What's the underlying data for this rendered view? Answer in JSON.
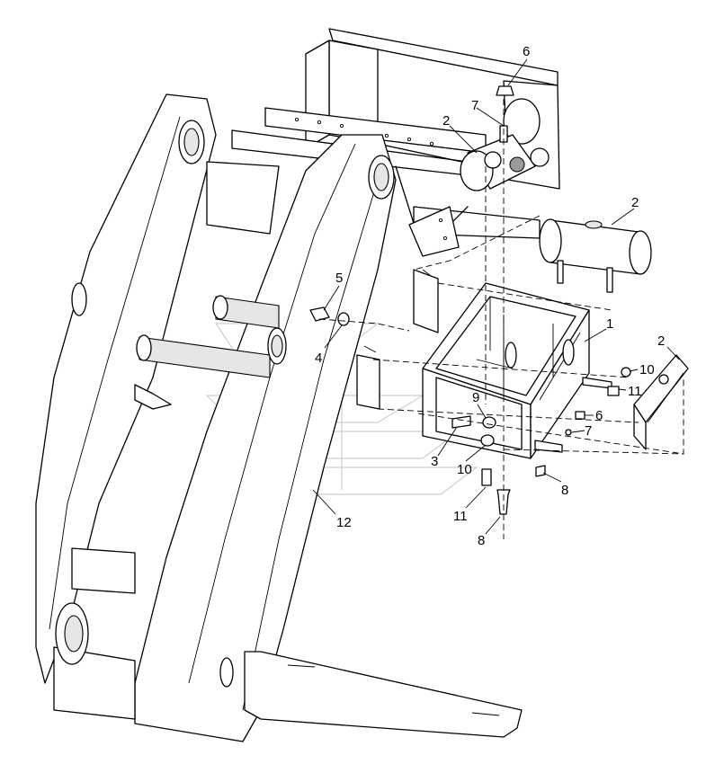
{
  "callouts": [
    {
      "id": "c6a",
      "label": "6"
    },
    {
      "id": "c7a",
      "label": "7"
    },
    {
      "id": "c2a",
      "label": "2"
    },
    {
      "id": "c2b",
      "label": "2"
    },
    {
      "id": "c5",
      "label": "5"
    },
    {
      "id": "c4",
      "label": "4"
    },
    {
      "id": "c1",
      "label": "1"
    },
    {
      "id": "c2c",
      "label": "2"
    },
    {
      "id": "c10a",
      "label": "10"
    },
    {
      "id": "c11a",
      "label": "11"
    },
    {
      "id": "c9",
      "label": "9"
    },
    {
      "id": "c6b",
      "label": "6"
    },
    {
      "id": "c7b",
      "label": "7"
    },
    {
      "id": "c3",
      "label": "3"
    },
    {
      "id": "c10b",
      "label": "10"
    },
    {
      "id": "c8a",
      "label": "8"
    },
    {
      "id": "c11b",
      "label": "11"
    },
    {
      "id": "c8b",
      "label": "8"
    },
    {
      "id": "c12",
      "label": "12"
    }
  ]
}
